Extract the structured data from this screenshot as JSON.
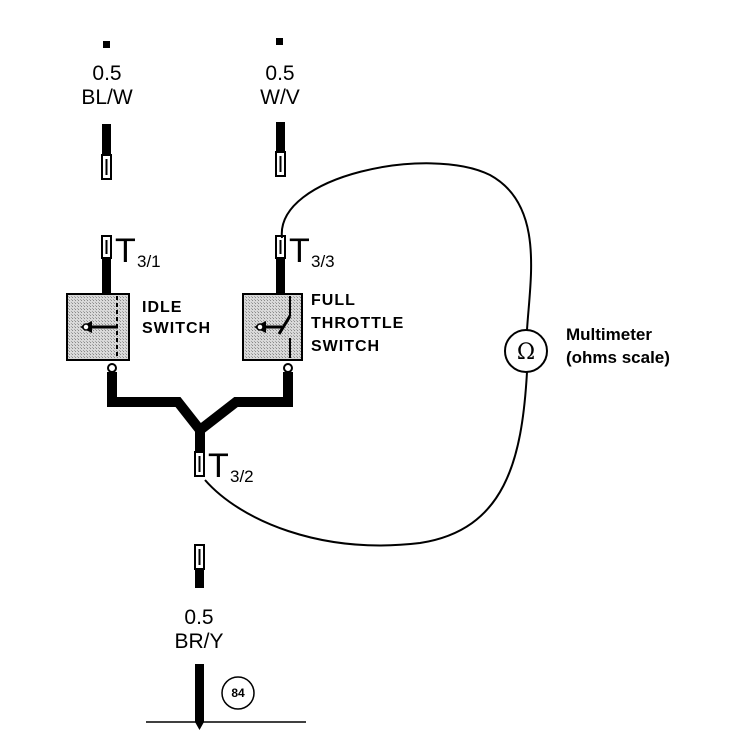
{
  "wires": {
    "top_left": {
      "gauge": "0.5",
      "color": "BL/W"
    },
    "top_right": {
      "gauge": "0.5",
      "color": "W/V"
    },
    "bottom": {
      "gauge": "0.5",
      "color": "BR/Y"
    }
  },
  "terminals": {
    "t31": {
      "main": "T",
      "sub": "3/1"
    },
    "t33": {
      "main": "T",
      "sub": "3/3"
    },
    "t32": {
      "main": "T",
      "sub": "3/2"
    }
  },
  "switches": {
    "idle": {
      "line1": "IDLE",
      "line2": "SWITCH"
    },
    "full_throttle": {
      "line1": "FULL",
      "line2": "THROTTLE",
      "line3": "SWITCH"
    }
  },
  "multimeter": {
    "symbol": "Ω",
    "label": "Multimeter",
    "sublabel": "(ohms scale)"
  },
  "ground_ref": "84"
}
